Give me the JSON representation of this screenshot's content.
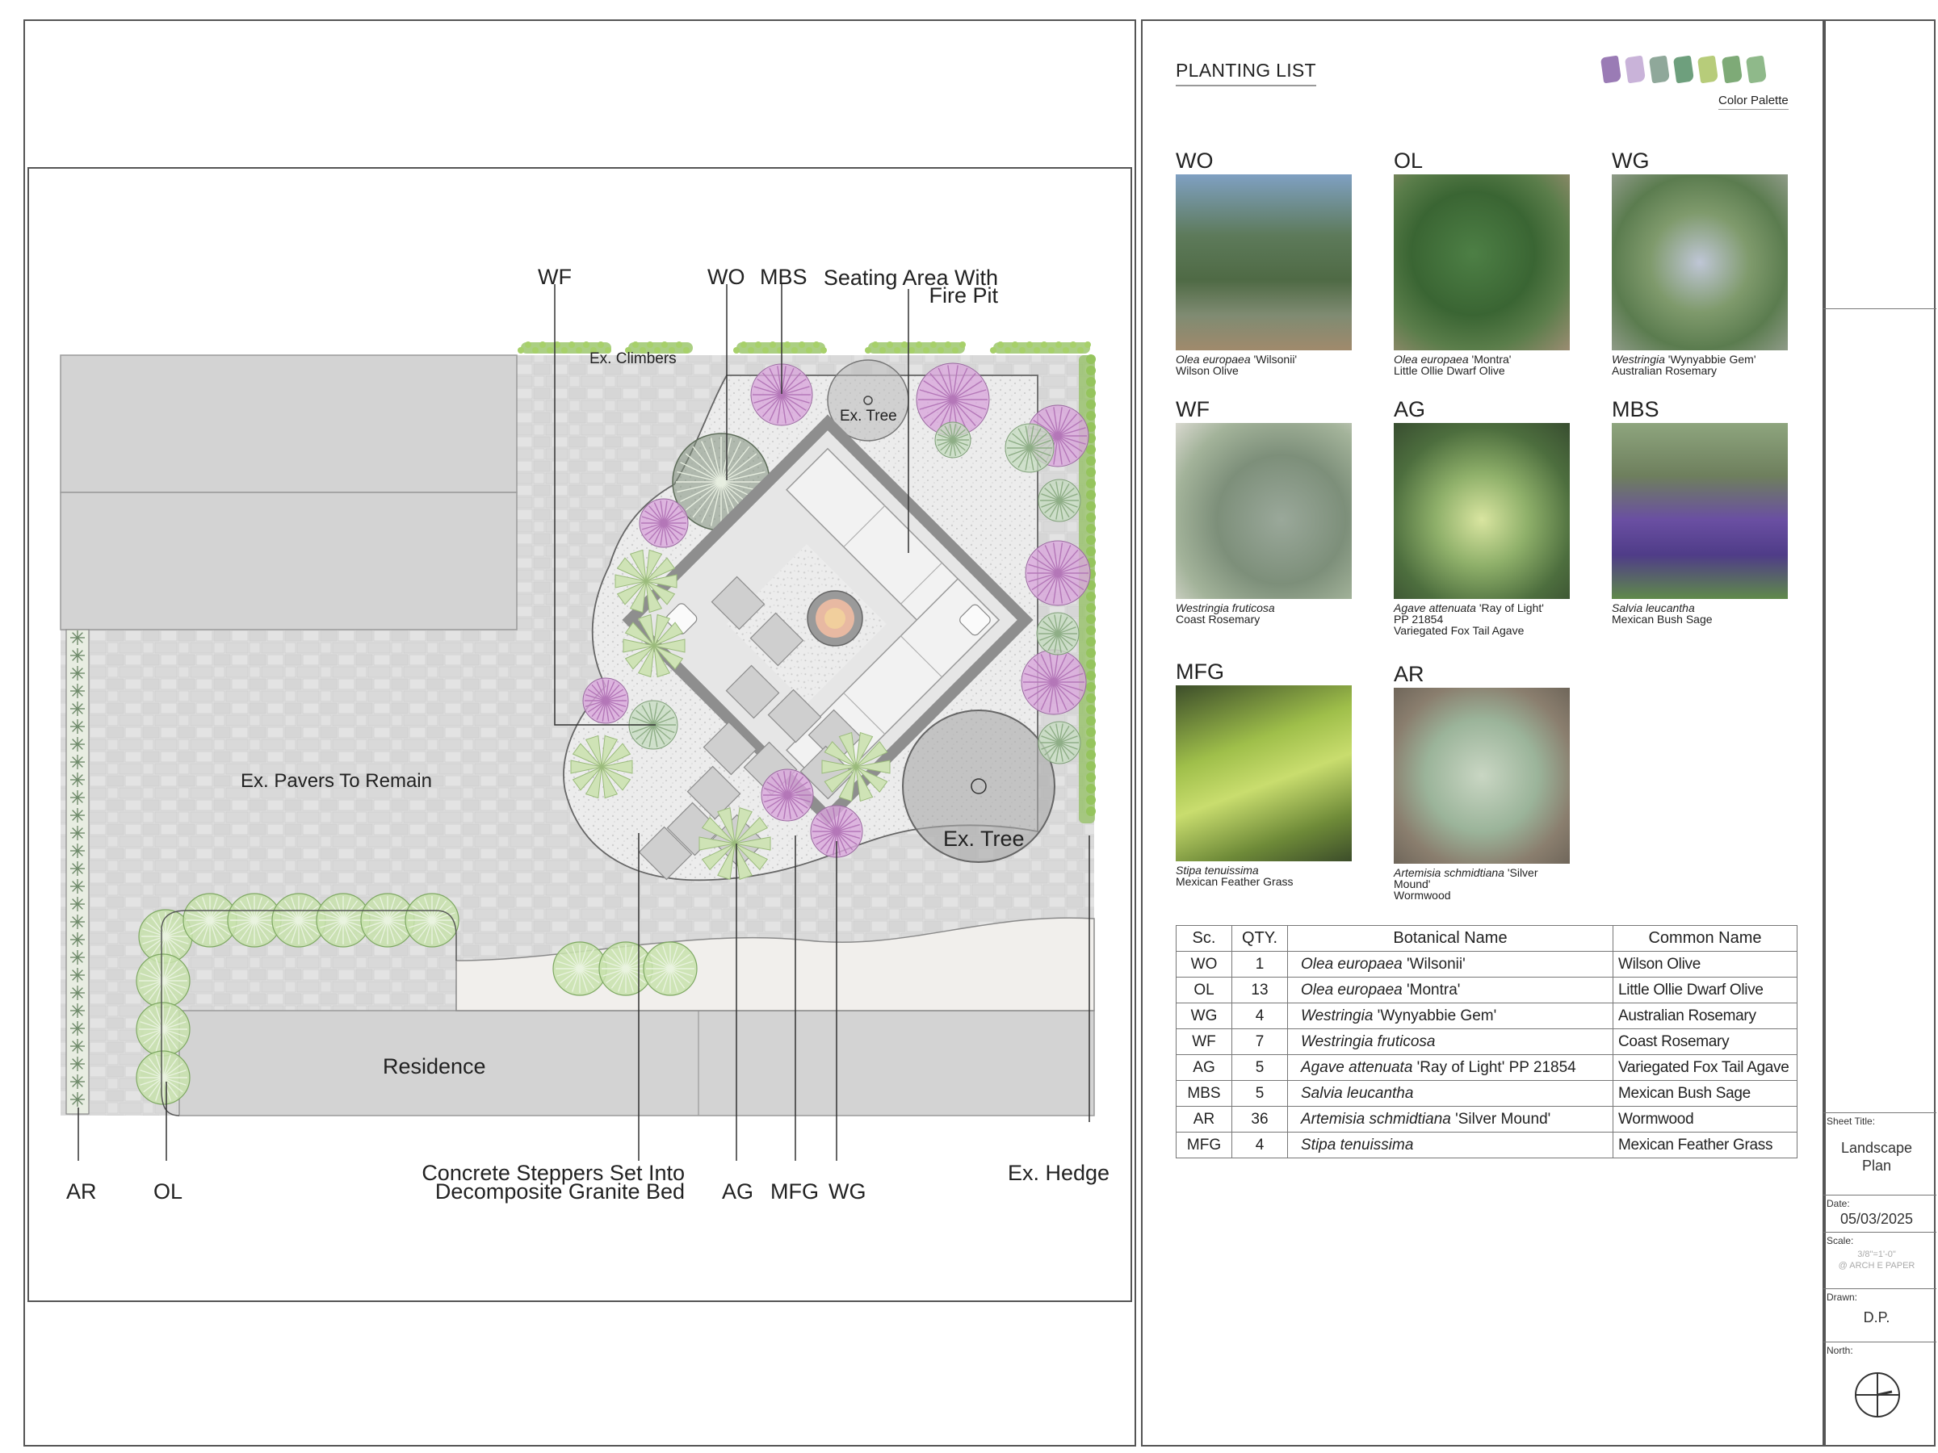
{
  "plan": {
    "labels": {
      "wf": "WF",
      "wo": "WO",
      "mbs": "MBS",
      "seating_line1": "Seating Area With",
      "seating_line2": "Fire Pit",
      "ex_climbers": "Ex. Climbers",
      "ex_tree_top": "Ex. Tree",
      "ex_tree_bottom": "Ex. Tree",
      "ex_pavers": "Ex. Pavers To Remain",
      "residence": "Residence",
      "ar": "AR",
      "ol": "OL",
      "steppers_line1": "Concrete Steppers Set Into",
      "steppers_line2": "Decomposite Granite Bed",
      "ag": "AG",
      "mfg": "MFG",
      "wg": "WG",
      "ex_hedge": "Ex. Hedge"
    },
    "colors": {
      "paver": "#dcdcdc",
      "building": "#d2d2d2",
      "gravel": "#e9e9e9",
      "sage_pink": "#d9a8dc",
      "agave_green": "#cfe3b6",
      "olive_green": "#c8e2ad",
      "hedge_green": "#8fbf5a",
      "tree_gray": "#9a9a9a"
    }
  },
  "planting": {
    "title": "PLANTING LIST",
    "palette_label": "Color Palette",
    "palette": [
      "#9a7bb5",
      "#c9b3d9",
      "#8fa89a",
      "#6e9f7d",
      "#b7cc7a",
      "#7eaa77",
      "#8fb98a"
    ],
    "cards": [
      {
        "code": "WO",
        "bot": "Olea europaea",
        "cv": " 'Wilsonii'",
        "common": "Wilson Olive",
        "extra": ""
      },
      {
        "code": "OL",
        "bot": "Olea europaea",
        "cv": " 'Montra'",
        "common": "Little Ollie Dwarf Olive",
        "extra": ""
      },
      {
        "code": "WG",
        "bot": "Westringia",
        "cv": " 'Wynyabbie Gem'",
        "common": "Australian Rosemary",
        "extra": ""
      },
      {
        "code": "WF",
        "bot": "Westringia fruticosa",
        "cv": "",
        "common": "Coast Rosemary",
        "extra": ""
      },
      {
        "code": "AG",
        "bot": "Agave attenuata",
        "cv": " 'Ray of Light'",
        "common": "Variegated Fox Tail Agave",
        "extra": "PP 21854"
      },
      {
        "code": "MBS",
        "bot": "Salvia leucantha",
        "cv": "",
        "common": "Mexican Bush Sage",
        "extra": ""
      },
      {
        "code": "MFG",
        "bot": "Stipa tenuissima",
        "cv": "",
        "common": "Mexican Feather Grass",
        "extra": ""
      },
      {
        "code": "AR",
        "bot": "Artemisia schmidtiana",
        "cv": " 'Silver Mound'",
        "common": "Wormwood",
        "extra": ""
      }
    ],
    "table": {
      "headers": [
        "Sc.",
        "QTY.",
        "Botanical Name",
        "Common Name"
      ],
      "rows": [
        {
          "sc": "WO",
          "qty": "1",
          "bot": "Olea europaea",
          "cv": " 'Wilsonii'",
          "common": "Wilson Olive"
        },
        {
          "sc": "OL",
          "qty": "13",
          "bot": "Olea europaea",
          "cv": " 'Montra'",
          "common": "Little Ollie Dwarf Olive"
        },
        {
          "sc": "WG",
          "qty": "4",
          "bot": "Westringia",
          "cv": " 'Wynyabbie Gem'",
          "common": "Australian Rosemary"
        },
        {
          "sc": "WF",
          "qty": "7",
          "bot": "Westringia fruticosa",
          "cv": "",
          "common": "Coast Rosemary"
        },
        {
          "sc": "AG",
          "qty": "5",
          "bot": "Agave attenuata",
          "cv": " 'Ray of Light' PP 21854",
          "common": "Variegated Fox Tail Agave"
        },
        {
          "sc": "MBS",
          "qty": "5",
          "bot": "Salvia leucantha",
          "cv": "",
          "common": "Mexican Bush Sage"
        },
        {
          "sc": "AR",
          "qty": "36",
          "bot": "Artemisia schmidtiana",
          "cv": " 'Silver Mound'",
          "common": "Wormwood"
        },
        {
          "sc": "MFG",
          "qty": "4",
          "bot": "Stipa tenuissima",
          "cv": "",
          "common": "Mexican Feather Grass"
        }
      ]
    }
  },
  "title_block": {
    "sheet_title_label": "Sheet Title:",
    "sheet_title_line1": "Landscape",
    "sheet_title_line2": "Plan",
    "date_label": "Date:",
    "date": "05/03/2025",
    "scale_label": "Scale:",
    "scale_line1": "3/8\"=1'-0\"",
    "scale_line2": "@ ARCH E PAPER",
    "drawn_label": "Drawn:",
    "drawn": "D.P.",
    "north_label": "North:"
  }
}
